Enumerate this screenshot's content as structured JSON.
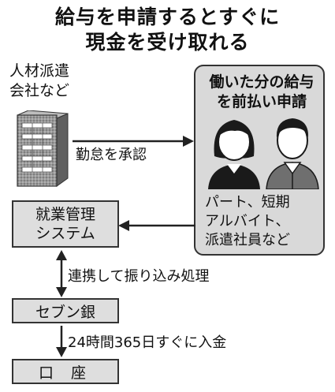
{
  "title": {
    "line1": "給与を申請するとすぐに",
    "line2": "現金を受け取れる"
  },
  "company": {
    "label_line1": "人材派遣",
    "label_line2": "会社など"
  },
  "panel": {
    "title_line1": "働いた分の給与",
    "title_line2": "を前払い申請",
    "workers_line1": "パート、短期",
    "workers_line2": "アルバイト、",
    "workers_line3": "派遣社員など"
  },
  "flow": {
    "approve_label": "勤怠を承認",
    "work_system_line1": "就業管理",
    "work_system_line2": "システム",
    "link_label": "連携して振り込み処理",
    "bank": "セブン銀",
    "deposit_label": "24時間365日すぐに入金",
    "account": "口 座"
  },
  "colors": {
    "box_fill": "#dedede",
    "panel_fill": "#d9d9d9",
    "line": "#333333"
  },
  "icons": [
    "building-icon",
    "woman-icon",
    "man-icon"
  ]
}
